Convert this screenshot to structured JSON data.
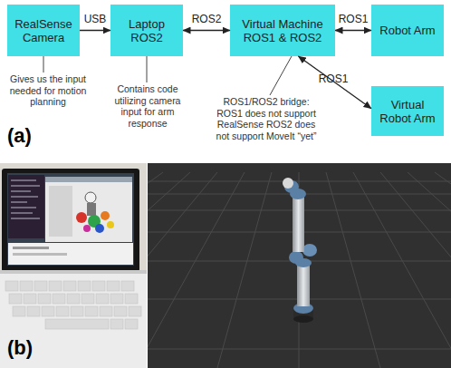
{
  "diagram": {
    "nodes": [
      {
        "text": [
          "RealSense Camera"
        ]
      },
      {
        "text": [
          "Laptop ROS2"
        ]
      },
      {
        "text": [
          "Virtual Machine ROS1 & ROS2"
        ]
      },
      {
        "text": [
          "Robot Arm"
        ]
      },
      {
        "text": [
          "Virtual Robot Arm"
        ]
      }
    ],
    "edges": [
      {
        "from": 0,
        "to": 1,
        "label": "USB",
        "arrow": "to"
      },
      {
        "from": 1,
        "to": 2,
        "label": "ROS2",
        "arrow": "both"
      },
      {
        "from": 2,
        "to": 3,
        "label": "ROS1",
        "arrow": "both"
      },
      {
        "from": 2,
        "to": 4,
        "label": "ROS1",
        "arrow": "both"
      }
    ],
    "labels": [
      "Gives us the input needed for motion planning",
      "Contains code utilizing camera input for arm response",
      "ROS1/ROS2 bridge: ROS1 does not support RealSense ROS2 does not support MoveIt “yet”",
      "(a)",
      "(b)"
    ]
  }
}
